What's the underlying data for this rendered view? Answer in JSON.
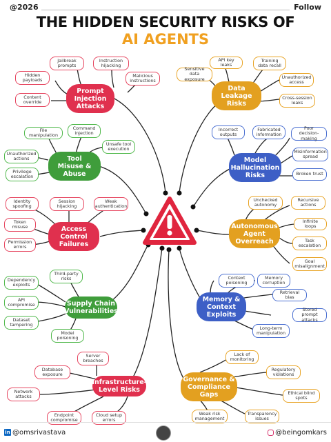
{
  "header": {
    "handle": "@2026",
    "follow": "Follow"
  },
  "title": {
    "line1": "THE HIDDEN SECURITY RISKS OF",
    "line2": "AI AGENTS"
  },
  "colors": {
    "red": "#e0304e",
    "orange": "#e3a020",
    "green": "#3f9d3b",
    "blue": "#3d5fc6",
    "accent": "#f0a020"
  },
  "center_icon": "warning-triangle-icon",
  "groups": {
    "prompt": {
      "label": [
        "Prompt",
        "Injection",
        "Attacks"
      ],
      "items": [
        "Jailbreak prompts",
        "Instruction hijacking",
        "Hidden payloads",
        "Malicious instructions",
        "Content override"
      ]
    },
    "leak": {
      "label": [
        "Data",
        "Leakage",
        "Risks"
      ],
      "items": [
        "API key leaks",
        "Training data recall",
        "Sensitive data exposure",
        "Unauthorized access",
        "Cross-session leaks"
      ]
    },
    "tool": {
      "label": [
        "Tool",
        "Misuse &",
        "Abuse"
      ],
      "items": [
        "File manipulation",
        "Command injection",
        "Unsafe tool execution",
        "Unauthorized actions",
        "Privilege escalation"
      ]
    },
    "halluc": {
      "label": [
        "Model",
        "Hallucination",
        "Risks"
      ],
      "items": [
        "Incorrect outputs",
        "Fabricated information",
        "Poor decision-making",
        "Misinformation spread",
        "Broken trust"
      ]
    },
    "access": {
      "label": [
        "Access",
        "Control",
        "Failures"
      ],
      "items": [
        "Identity spoofing",
        "Session hijacking",
        "Weak authentication",
        "Token misuse",
        "Permission errors"
      ]
    },
    "autonomy": {
      "label": [
        "Autonomous",
        "Agent",
        "Overreach"
      ],
      "items": [
        "Unchecked autonomy",
        "Recursive actions",
        "Infinite loops",
        "Task escalation",
        "Goal misalignment"
      ]
    },
    "supply": {
      "label": [
        "Supply Chain",
        "Vulnerabilities"
      ],
      "items": [
        "Third-party risks",
        "Dependency exploits",
        "API compromise",
        "Dataset tampering",
        "Model poisoning"
      ]
    },
    "memory": {
      "label": [
        "Memory &",
        "Context",
        "Exploits"
      ],
      "items": [
        "Context poisoning",
        "Memory corruption",
        "Retrieval bias",
        "Stored prompt attacks",
        "Long-term manipulation"
      ]
    },
    "infra": {
      "label": [
        "Infrastructure-",
        "Level Risks"
      ],
      "items": [
        "Server breaches",
        "Database exposure",
        "Network attacks",
        "Endpoint compromise",
        "Cloud setup errors"
      ]
    },
    "gov": {
      "label": [
        "Governance &",
        "Compliance",
        "Gaps"
      ],
      "items": [
        "Lack of monitoring",
        "Regulatory violations",
        "Ethical blind spots",
        "Weak risk management",
        "Transparency issues"
      ]
    }
  },
  "footer": {
    "left": "@omsrivastava",
    "right": "@beingomkars"
  }
}
